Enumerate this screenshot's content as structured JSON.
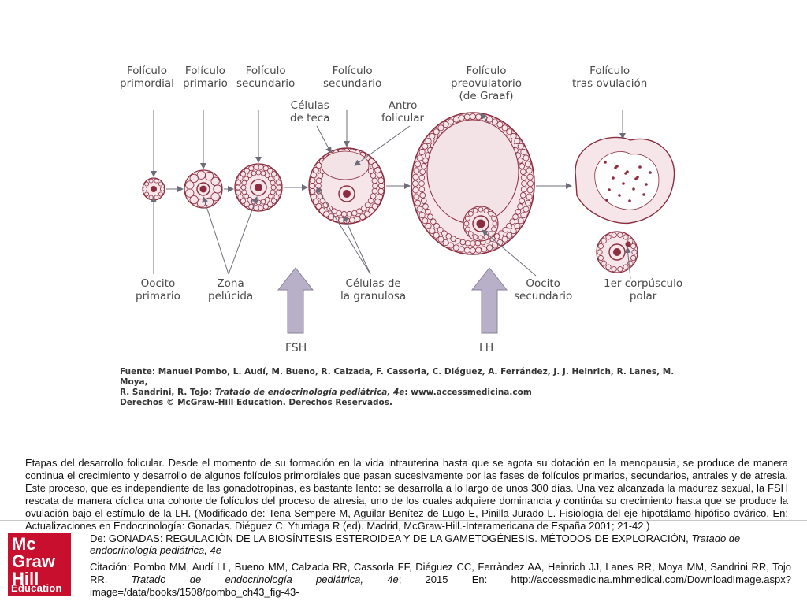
{
  "figure": {
    "stage_labels": [
      [
        "Folículo",
        "primordial"
      ],
      [
        "Folículo",
        "primario"
      ],
      [
        "Folículo",
        "secundario"
      ],
      [
        "Folículo",
        "secundario"
      ],
      [
        "Folículo",
        "preovulatorio",
        "(de Graaf)"
      ],
      [
        "Folículo",
        "tras ovulación"
      ]
    ],
    "top_annotations": [
      [
        "Células",
        "de teca"
      ],
      [
        "Antro",
        "folicular"
      ]
    ],
    "bottom_annotations": [
      [
        "Oocito",
        "primario"
      ],
      [
        "Zona",
        "pelúcida"
      ],
      [
        "Células de",
        "la granulosa"
      ],
      [
        "Oocito",
        "secundario"
      ],
      [
        "1er corpúsculo",
        "polar"
      ]
    ],
    "hormones": [
      "FSH",
      "LH"
    ],
    "source": {
      "line1": "Fuente: Manuel Pombo, L. Audí, M. Bueno, R. Calzada, F. Cassorla, C. Diéguez, A. Ferrández, J. J. Heinrich, R. Lanes, M. Moya,",
      "line2a": "R. Sandrini, R. Tojo: ",
      "line2b": "Tratado de endocrinología pediátrica, 4e",
      "line2c": ": www.accessmedicina.com",
      "line3": "Derechos © McGraw-Hill Education. Derechos Reservados."
    }
  },
  "caption": "Etapas del desarrollo folicular. Desde el momento de su formación en la vida intrauterina hasta que se agota su dotación en la menopausia, se produce de manera continua el crecimiento y desarrollo de algunos folículos primordiales que pasan sucesivamente por las fases de folículos primarios, secundarios, antrales y de atresia. Este proceso, que es independiente de las gonadotropinas, es bastante lento: se desarrolla a lo largo de unos 300 días. Una vez alcanzada la madurez sexual, la FSH rescata de manera cíclica una cohorte de folículos del proceso de atresia, uno de los cuales adquiere dominancia y continúa su crecimiento hasta que se produce la ovulación bajo el estímulo de la LH. (Modificado de: Tena-Sempere M, Aguilar Benítez de Lugo E, Pinilla Jurado L. Fisiología del eje hipotálamo-hipófiso-ovárico. En: Actualizaciones en Endocrinología: Gonadas. Diéguez C, Yturriaga R (ed). Madrid, McGraw-Hill.-Interamericana de España 2001; 21-42.)",
  "from": {
    "prefix": "De: GONADAS: REGULACIÓN DE LA BIOSÍNTESIS ESTEROIDEA Y DE LA GAMETOGÉNESIS. MÉTODOS DE EXPLORACIÓN, ",
    "book": "Tratado de endocrinología pediátrica, 4e"
  },
  "citation": {
    "prefix": "Citación: Pombo MM, Audí LL, Bueno MM, Calzada RR, Cassorla FF, Diéguez CC, Ferràndez AA, Heinrich JJ, Lanes RR, Moya MM, Sandrini RR, Tojo RR. ",
    "book": "Tratado de endocrinología pediátrica, 4e",
    "suffix": "; 2015 En: http://accessmedicina.mhmedical.com/DownloadImage.aspx?image=/data/books/1508/pombo_ch43_fig-43-"
  },
  "logo": {
    "line1": "Mc",
    "line2": "Graw",
    "line3": "Hill",
    "line4": "Education"
  },
  "colors": {
    "cell": "#8a2d3f",
    "cell_fill": "#f6e6ea",
    "antrum": "#f3e2e6",
    "arrow": "#b8b0c8",
    "logo": "#c8102e"
  }
}
